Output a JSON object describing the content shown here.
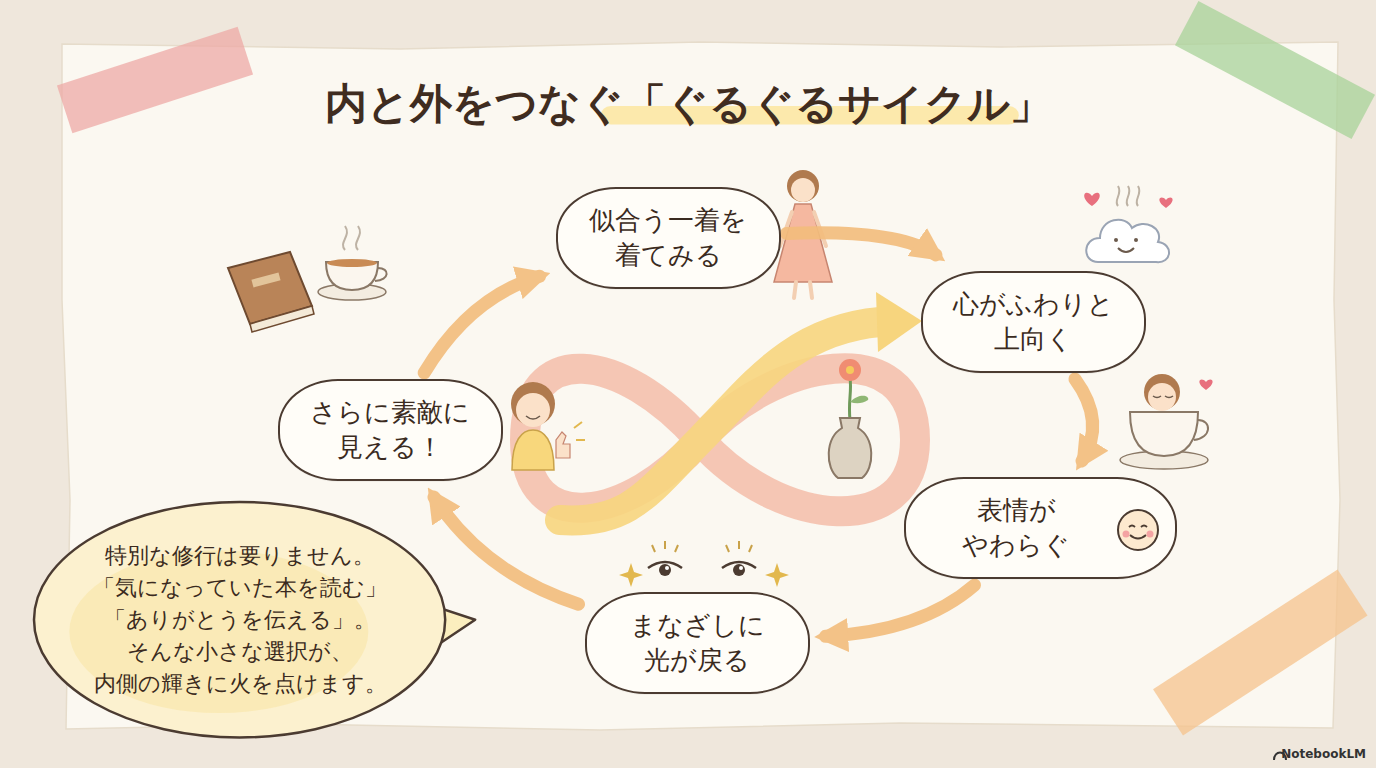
{
  "diagram": {
    "title": "内と外をつなぐ「ぐるぐるサイクル」",
    "nodes": [
      {
        "text": [
          "似合う一着を 着てみる"
        ]
      },
      {
        "text": [
          "心がふわりと 上向く"
        ]
      },
      {
        "text": [
          "表情が やわらぐ"
        ]
      },
      {
        "text": [
          "まなざしに 光が戻る"
        ]
      },
      {
        "text": [
          "さらに素敵に 見える！"
        ]
      },
      {
        "text": [
          "特別な修行は要りません。 「気になっていた本を読む」 「ありがとうを伝える」。 そんな小さな選択が、 内側の輝きに火を点けます。"
        ]
      }
    ],
    "edges": [
      {
        "from": 0,
        "to": 1,
        "arrow": "to"
      },
      {
        "from": 1,
        "to": 2,
        "arrow": "to"
      },
      {
        "from": 2,
        "to": 3,
        "arrow": "to"
      },
      {
        "from": 3,
        "to": 4,
        "arrow": "to"
      },
      {
        "from": 4,
        "to": 0,
        "arrow": "to"
      }
    ],
    "labels": [
      "NotebookLM"
    ]
  }
}
